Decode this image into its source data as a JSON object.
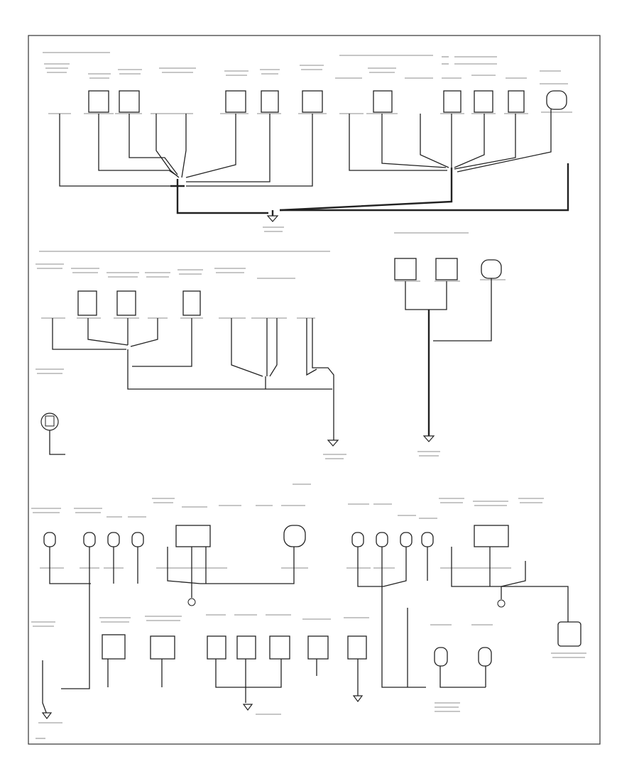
{
  "diagram": {
    "page_tag": "",
    "sections": [
      {
        "id": "top",
        "title": "",
        "ground": ""
      },
      {
        "id": "middle",
        "title": "",
        "ground": ""
      },
      {
        "id": "bottom",
        "title": "",
        "ground": ""
      }
    ]
  }
}
